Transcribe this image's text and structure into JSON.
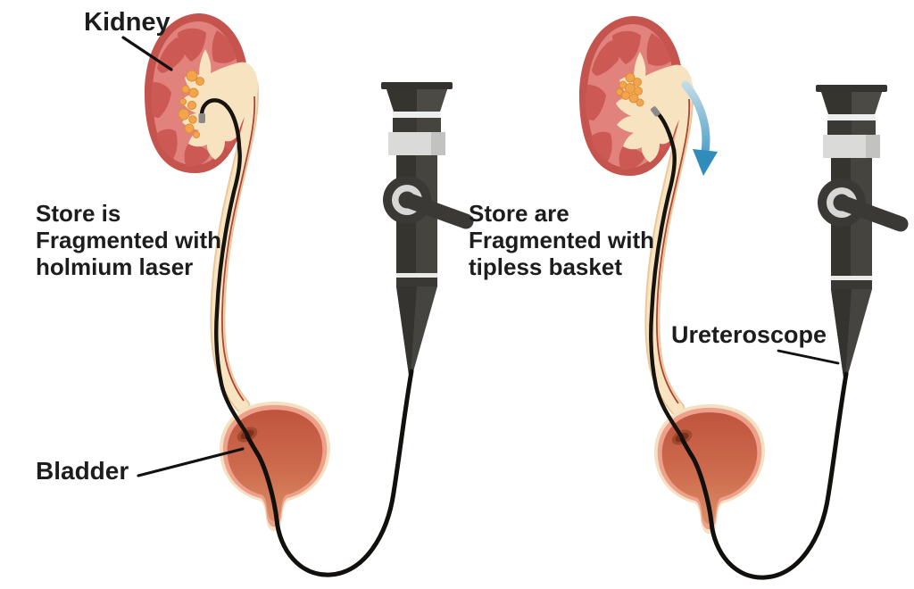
{
  "diagram": {
    "left_panel": {
      "kidney_label": "Kidney",
      "caption": "Store is\nFragmented with\nholmium laser",
      "bladder_label": "Bladder"
    },
    "right_panel": {
      "caption": "Store are\nFragmented with\ntipless basket",
      "ureteroscope_label": "Ureteroscope"
    },
    "palette": {
      "kidney_outer": "#c5534e",
      "kidney_cortex": "#e1837c",
      "kidney_pyramid": "#cc5954",
      "pelvis_cream": "#f8e3c1",
      "ureter_outline_tan": "#e9c99c",
      "stone_orange": "#f2a54c",
      "stone_outline": "#dd8f33",
      "bladder_outer_cream": "#f3e1c3",
      "bladder_inner_pink": "#efa08b",
      "bladder_interior_top": "#c0543e",
      "bladder_interior_bottom": "#dc8e66",
      "orifice_brown": "#7f2f1c",
      "scope_dark": "#3a3834",
      "scope_light_band": "#dadbd9",
      "cable_black": "#12100d",
      "arrow_blue": "#2f8cbb",
      "text_color": "#1d1d1d"
    }
  }
}
